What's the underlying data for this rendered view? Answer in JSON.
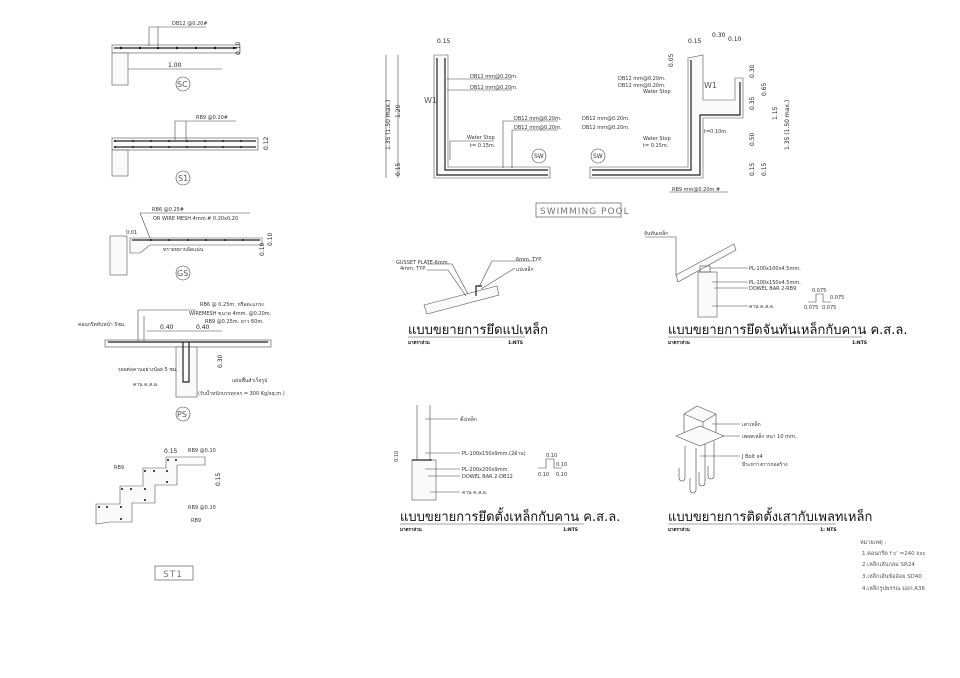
{
  "sc": {
    "rebar": "DB12 @0.20#",
    "span": "1.00",
    "thk": "0.10",
    "tag": "SC"
  },
  "s1": {
    "rebar": "RB9 @0.20#",
    "thk": "0.12",
    "tag": "S1"
  },
  "gs": {
    "rebar": "RB6 @0.25#",
    "mesh": "OR WIRE MESH 4mm.# 0.20x0.20",
    "gap": "0.01",
    "fill": "ทรายหยาบอัดแน่น",
    "thk1": "0.10",
    "thk2": "0.10",
    "tag": "GS"
  },
  "ps": {
    "rebar1": "RB6 @ 0.25m. หรือตะแกรง",
    "rebar1b": "WIREMESH ขนาด 4mm. @0.20m.",
    "topping": "คอนกรีตทับหน้า 5ซม.",
    "w1": "0.40",
    "w2": "0.40",
    "rebar2": "RB9 @0.25m. ยาว 60m.",
    "depth": "0.30",
    "joint": "รอยต่อคานอย่างน้อย 5 ซม.",
    "beam": "คาน ค.ส.ล.",
    "precast": "แผ่นพื้นสำเร็จรูป",
    "load": "(รับน้ำหนักบรรทุกจร = 300 Kg/sq.m.)",
    "tag": "PS"
  },
  "st1": {
    "w": "0.15",
    "rebar_top": "RB9 @0.10",
    "rb9a": "RB9",
    "thk": "0.15",
    "rebar_bot": "RB9 @0.10",
    "rb9b": "RB9",
    "tag": "ST1"
  },
  "pool": {
    "title": "SWIMMING POOL",
    "left": {
      "w": "0.15",
      "h_total": "1.35 (1.50 max.)",
      "h": "1.20",
      "base": "0.15",
      "wall_tag": "W1",
      "r1": "DB12 mm@0.20m.",
      "r2": "DB12 mm@0.20m.",
      "r3": "DB12 mm@0.20m.",
      "r4": "DB12 mm@0.20m.",
      "ws": "Water Stop",
      "ws_t": "t= 0.15m.",
      "sw": "SW"
    },
    "right": {
      "w1": "0.15",
      "w2": "0.30",
      "w3": "0.10",
      "top": "0.05",
      "r1": "DB12 mm@0.20m.",
      "r2": "DB12 mm@0.20m.",
      "ws1": "Water Stop",
      "r3": "DB12 mm@0.20m.",
      "r4": "DB12 mm@0.20m.",
      "ws": "Water Stop",
      "ws_t": "t= 0.15m.",
      "sw": "SW",
      "wall_tag": "W1",
      "t10": "t=0.10m.",
      "bot_rebar": "RB9 mm@0.20m.#",
      "d1": "0.30",
      "d2": "0.35",
      "d3": "0.65",
      "d4": "0.50",
      "d5": "0.15",
      "d6": "0.15",
      "d7": "1.15",
      "d8": "1.35 (1.50 max.)"
    }
  },
  "d1": {
    "l1": "GUSSET PLATE-6mm.",
    "l2": "4mm. TYP.",
    "l3": "6mm. TYP.",
    "l4": "แปเหล็ก",
    "title": "แบบขยายการยึดแปเหล็ก",
    "scale_label": "มาตราส่วน",
    "scale": "1:NTS"
  },
  "d2": {
    "l0": "จันทันเหล็ก",
    "l1": "PL-100x100x4.5mm.",
    "l2": "PL-100x150x4.5mm.",
    "l3": "DOWEL BAR 2-RB9",
    "l4": "คาน ค.ส.ล.",
    "p1": "0.075",
    "p2": "0.075",
    "p3": "0.075",
    "p4": "0.075",
    "title": "แบบขยายการยึดจันทันเหล็กกับคาน ค.ส.ล.",
    "scale_label": "มาตราส่วน",
    "scale": "1:NTS"
  },
  "d3": {
    "l1": "ตั้งเหล็ก",
    "l2": "PL-100x150x9mm.(2ด้าน)",
    "l3": "PL-200x200x9mm.",
    "l4": "DOWEL BAR 2-DB12",
    "l5": "คาน ค.ส.ล.",
    "h": "0.10",
    "p1": "0.10",
    "p2": "0.10",
    "p3": "0.10",
    "p4": "0.10",
    "title": "แบบขยายการยึดตั้งเหล็กกับคาน ค.ส.ล.",
    "scale_label": "มาตราส่วน",
    "scale": "1:NTS"
  },
  "d4": {
    "l1": "เสาเหล็ก",
    "l2": "เพลทเหล็ก หนา 10 mm.",
    "l3": "J Bolt x4",
    "l4": "มีระหว่างการก่อสร้าง",
    "title": "แบบขยายการติดตั้งเสากับเพลทเหล็ก",
    "scale_label": "มาตราส่วน",
    "scale": "1: NTS"
  },
  "notes": {
    "head": "หมายเหตุ :",
    "items": [
      "1.คอนกรีต f c' =240 ksc",
      "2.เหล็กเส้นกลม SR24",
      "3.เหล็กเส้นข้ออ้อย SD40",
      "4.เหล็กรูปพรรณ มอก.A36"
    ]
  }
}
